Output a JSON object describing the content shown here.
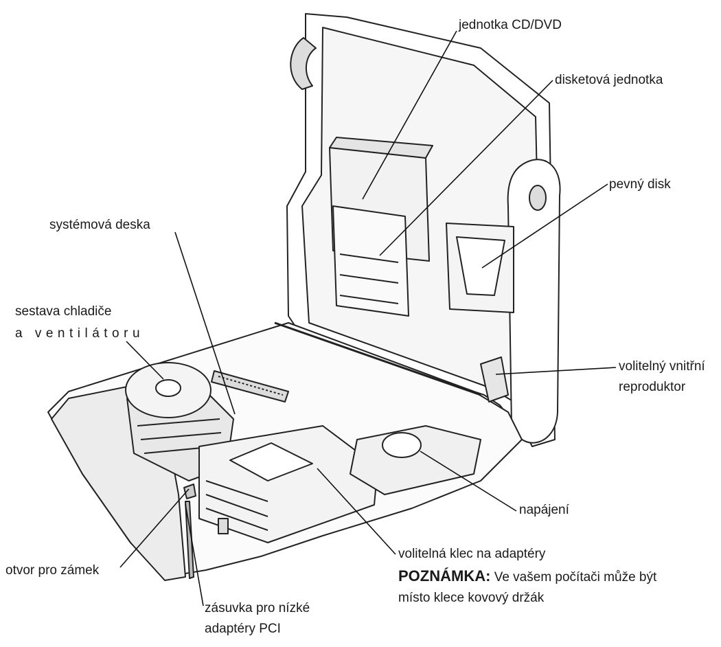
{
  "labels": {
    "cd_dvd": "jednotka CD/DVD",
    "floppy": "disketová jednotka",
    "hdd": "pevný disk",
    "motherboard": "systémová deska",
    "heatsink_line1": "sestava chladiče",
    "heatsink_line2": "a ventilátoru",
    "speaker_line1": "volitelný vnitřní",
    "speaker_line2": "reproduktor",
    "power": "napájení",
    "adapter_cage": "volitelná klec na adaptéry",
    "note_title": "POZNÁMKA:",
    "note_line1_rest": " Ve vašem počítači může být",
    "note_line2": "místo klece kovový držák",
    "lock": "otvor pro zámek",
    "pci_line1": "zásuvka pro nízké",
    "pci_line2": "adaptéry PCI"
  }
}
